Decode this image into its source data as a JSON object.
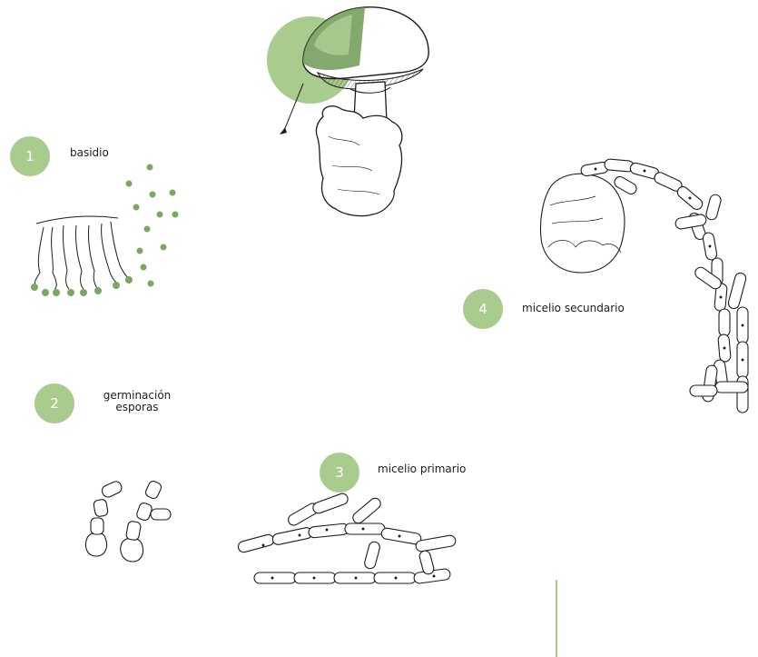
{
  "stages": [
    {
      "number": "1",
      "label": "basidio"
    },
    {
      "number": "2",
      "label_line1": "germinación",
      "label_line2": "esporas"
    },
    {
      "number": "3",
      "label": "micelio primario"
    },
    {
      "number": "4",
      "label": "micelio secundario"
    }
  ],
  "colors": {
    "accent": "#a9cc8e",
    "accent_dark": "#6f9a55",
    "ink": "#1d1d1b"
  },
  "icons": [
    "mushroom-illustration",
    "basidia-illustration",
    "spore-dots",
    "germinating-spores-illustration",
    "primary-mycelium-illustration",
    "secondary-mycelium-illustration"
  ]
}
